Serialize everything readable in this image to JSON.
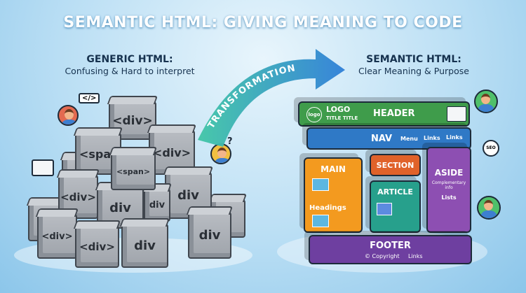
{
  "title": "SEMANTIC HTML: GIVING MEANING TO CODE",
  "generic": {
    "heading": "GENERIC HTML:",
    "subtitle": "Confusing & Hard to interpret",
    "speech": "</>",
    "question": "?",
    "cubes": [
      "<div>",
      "<span",
      "<div>",
      "<span>",
      "<div>",
      "div",
      "div",
      "div",
      "<div>",
      "<div>",
      "div",
      "div"
    ]
  },
  "transformation": "TRANSFORMATION",
  "semantic": {
    "heading": "SEMANTIC HTML:",
    "subtitle": "Clear Meaning & Purpose",
    "header": {
      "logo": "LOGO",
      "logo_badge": "logo",
      "title": "TITLE TITLE",
      "label": "HEADER"
    },
    "nav": {
      "label": "NAV",
      "links": [
        "Menu",
        "Links",
        "Links"
      ]
    },
    "main": {
      "label": "MAIN",
      "headings": "Headings"
    },
    "section": "SECTION",
    "article": "ARTICLE",
    "aside": {
      "label": "ASIDE",
      "info": "Complementary info",
      "lists": "Lists"
    },
    "footer": {
      "label": "FOOTER",
      "copyright": "© Copyright",
      "links": "Links"
    },
    "seo": "SEO"
  },
  "colors": {
    "header": "#3f9c4b",
    "nav": "#2f79c6",
    "main": "#f39a1f",
    "section": "#e0622a",
    "article": "#27a08c",
    "aside": "#8d4fb2",
    "footer": "#6e3fa0",
    "arrow": "#2f8fd8"
  }
}
